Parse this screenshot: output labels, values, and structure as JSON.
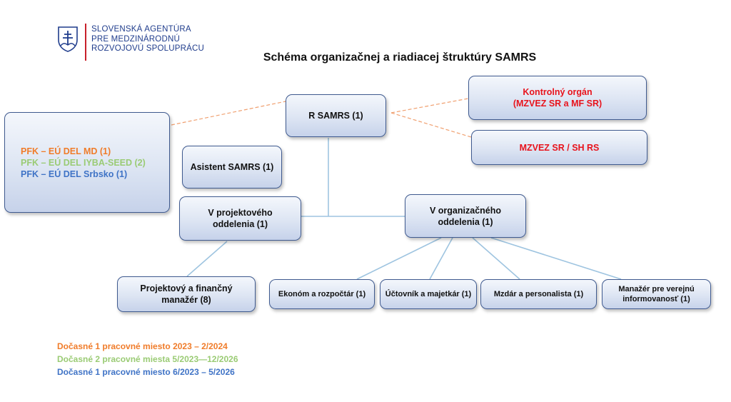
{
  "logo": {
    "lines": [
      "SLOVENSKÁ AGENTÚRA",
      "PRE MEDZINÁRODNÚ",
      "ROZVOJOVÚ SPOLUPRÁCU"
    ]
  },
  "title": "Schéma organizačnej a riadiacej štruktúry SAMRS",
  "nodes": {
    "r_samrs": "R SAMRS (1)",
    "kontrolny_l1": "Kontrolný orgán",
    "kontrolny_l2": "(MZVEZ SR a MF SR)",
    "mzvez": "MZVEZ SR / SH RS",
    "asistent": "Asistent SAMRS (1)",
    "projektove_l1": "V projektového",
    "projektove_l2": "oddelenia (1)",
    "organizacne_l1": "V organizačného",
    "organizacne_l2": "oddelenia (1)",
    "projektovy_manazer_l1": "Projektový a finančný",
    "projektovy_manazer_l2": "manažér (8)",
    "ekonom": "Ekonóm a rozpočtár (1)",
    "uctovnik": "Účtovník a majetkár (1)",
    "mzdar": "Mzdár a personalista (1)",
    "manazer_informovanost_l1": "Manažér pre verejnú",
    "manazer_informovanost_l2": "informovanosť (1)",
    "pfk": [
      {
        "text": "PFK – EÚ DEL MD (1)",
        "color": "#f07c2a"
      },
      {
        "text": "PFK – EÚ DEL IYBA-SEED (2)",
        "color": "#9acb74"
      },
      {
        "text": "PFK – EÚ DEL Srbsko (1)",
        "color": "#3f73c6"
      }
    ]
  },
  "legend": [
    {
      "text": "Dočasné 1 pracovné miesto 2023 – 2/2024",
      "color": "#f07c2a"
    },
    {
      "text": "Dočasné 2 pracovné miesta  5/2023—12/2026",
      "color": "#9acb74"
    },
    {
      "text": "Dočasné 1 pracovné miesto 6/2023 – 5/2026",
      "color": "#3f73c6"
    }
  ],
  "colors": {
    "box_border": "#3f5a8f",
    "connector": "#9ec4e0",
    "dashed": "#f0a070",
    "red_text": "#e8131c",
    "logo_blue": "#1f3c8c",
    "logo_red": "#c8202a"
  }
}
